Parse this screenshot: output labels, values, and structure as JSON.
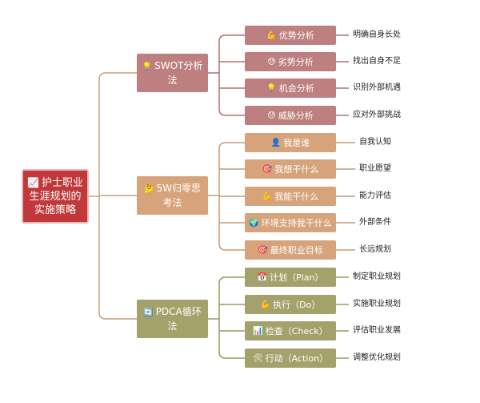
{
  "colors": {
    "root": "#c0383a",
    "swot": "#bd7f7f",
    "swot_line": "#b07070",
    "w5": "#d6a37b",
    "w5_line": "#c99a72",
    "pdca": "#a3a26b",
    "pdca_line": "#9a9a62"
  },
  "root": {
    "icon": "📈",
    "label": "护士职业生涯规划的实施策略"
  },
  "branches": [
    {
      "icon": "💡",
      "label": "SWOT分析法",
      "items": [
        {
          "icon": "💪",
          "label": "优势分析",
          "note": "明确自身长处"
        },
        {
          "icon": "😓",
          "label": "劣势分析",
          "note": "找出自身不足"
        },
        {
          "icon": "💡",
          "label": "机会分析",
          "note": "识别外部机遇"
        },
        {
          "icon": "😓",
          "label": "威胁分析",
          "note": "应对外部挑战"
        }
      ]
    },
    {
      "icon": "🤔",
      "label": "5W归零思考法",
      "items": [
        {
          "icon": "👤",
          "label": "我是谁",
          "note": "自我认知"
        },
        {
          "icon": "🎯",
          "label": "我想干什么",
          "note": "职业愿望"
        },
        {
          "icon": "💪",
          "label": "我能干什么",
          "note": "能力评估"
        },
        {
          "icon": "🌍",
          "label": "环境支持我干什么",
          "note": "外部条件"
        },
        {
          "icon": "🎯",
          "label": "最终职业目标",
          "note": "长远规划"
        }
      ]
    },
    {
      "icon": "🔄",
      "label": "PDCA循环法",
      "items": [
        {
          "icon": "📅",
          "label": "计划（Plan）",
          "note": "制定职业规划"
        },
        {
          "icon": "💪",
          "label": "执行（Do）",
          "note": "实施职业规划"
        },
        {
          "icon": "📊",
          "label": "检查（Check）",
          "note": "评估职业发展"
        },
        {
          "icon": "🛠",
          "label": "行动（Action）",
          "note": "调整优化规划"
        }
      ]
    }
  ]
}
